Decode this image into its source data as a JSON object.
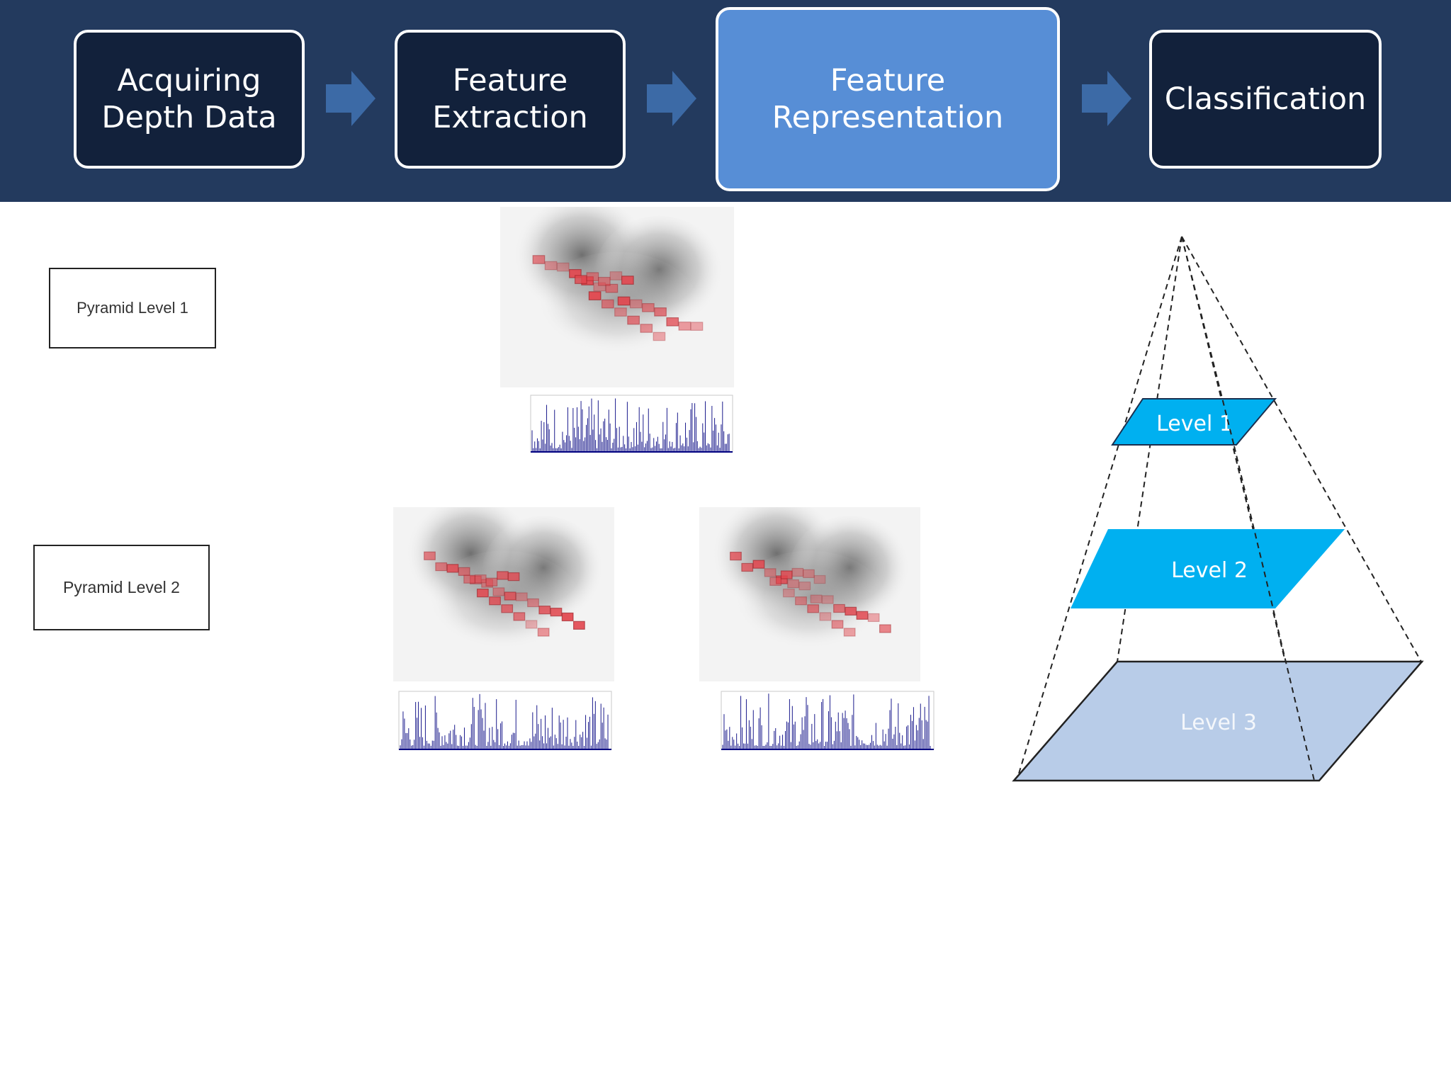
{
  "pipeline": {
    "steps": [
      {
        "label": "Acquiring\nDepth Data"
      },
      {
        "label": "Feature\nExtraction"
      },
      {
        "label": "Feature\nRepresentation"
      },
      {
        "label": "Classification"
      }
    ],
    "active_step": 2,
    "colors": {
      "band": "#233a5e",
      "step": "#12213b",
      "active": "#578ed6",
      "arrow": "#3c6aa6"
    }
  },
  "labels": {
    "level1": "Pyramid Level 1",
    "level2": "Pyramid Level 2"
  },
  "pyramid": {
    "levels": [
      {
        "label": "Level 1",
        "color": "#00b0f0"
      },
      {
        "label": "Level 2",
        "color": "#00b0f0"
      },
      {
        "label": "Level 3",
        "color": "#b8cce8"
      }
    ]
  }
}
